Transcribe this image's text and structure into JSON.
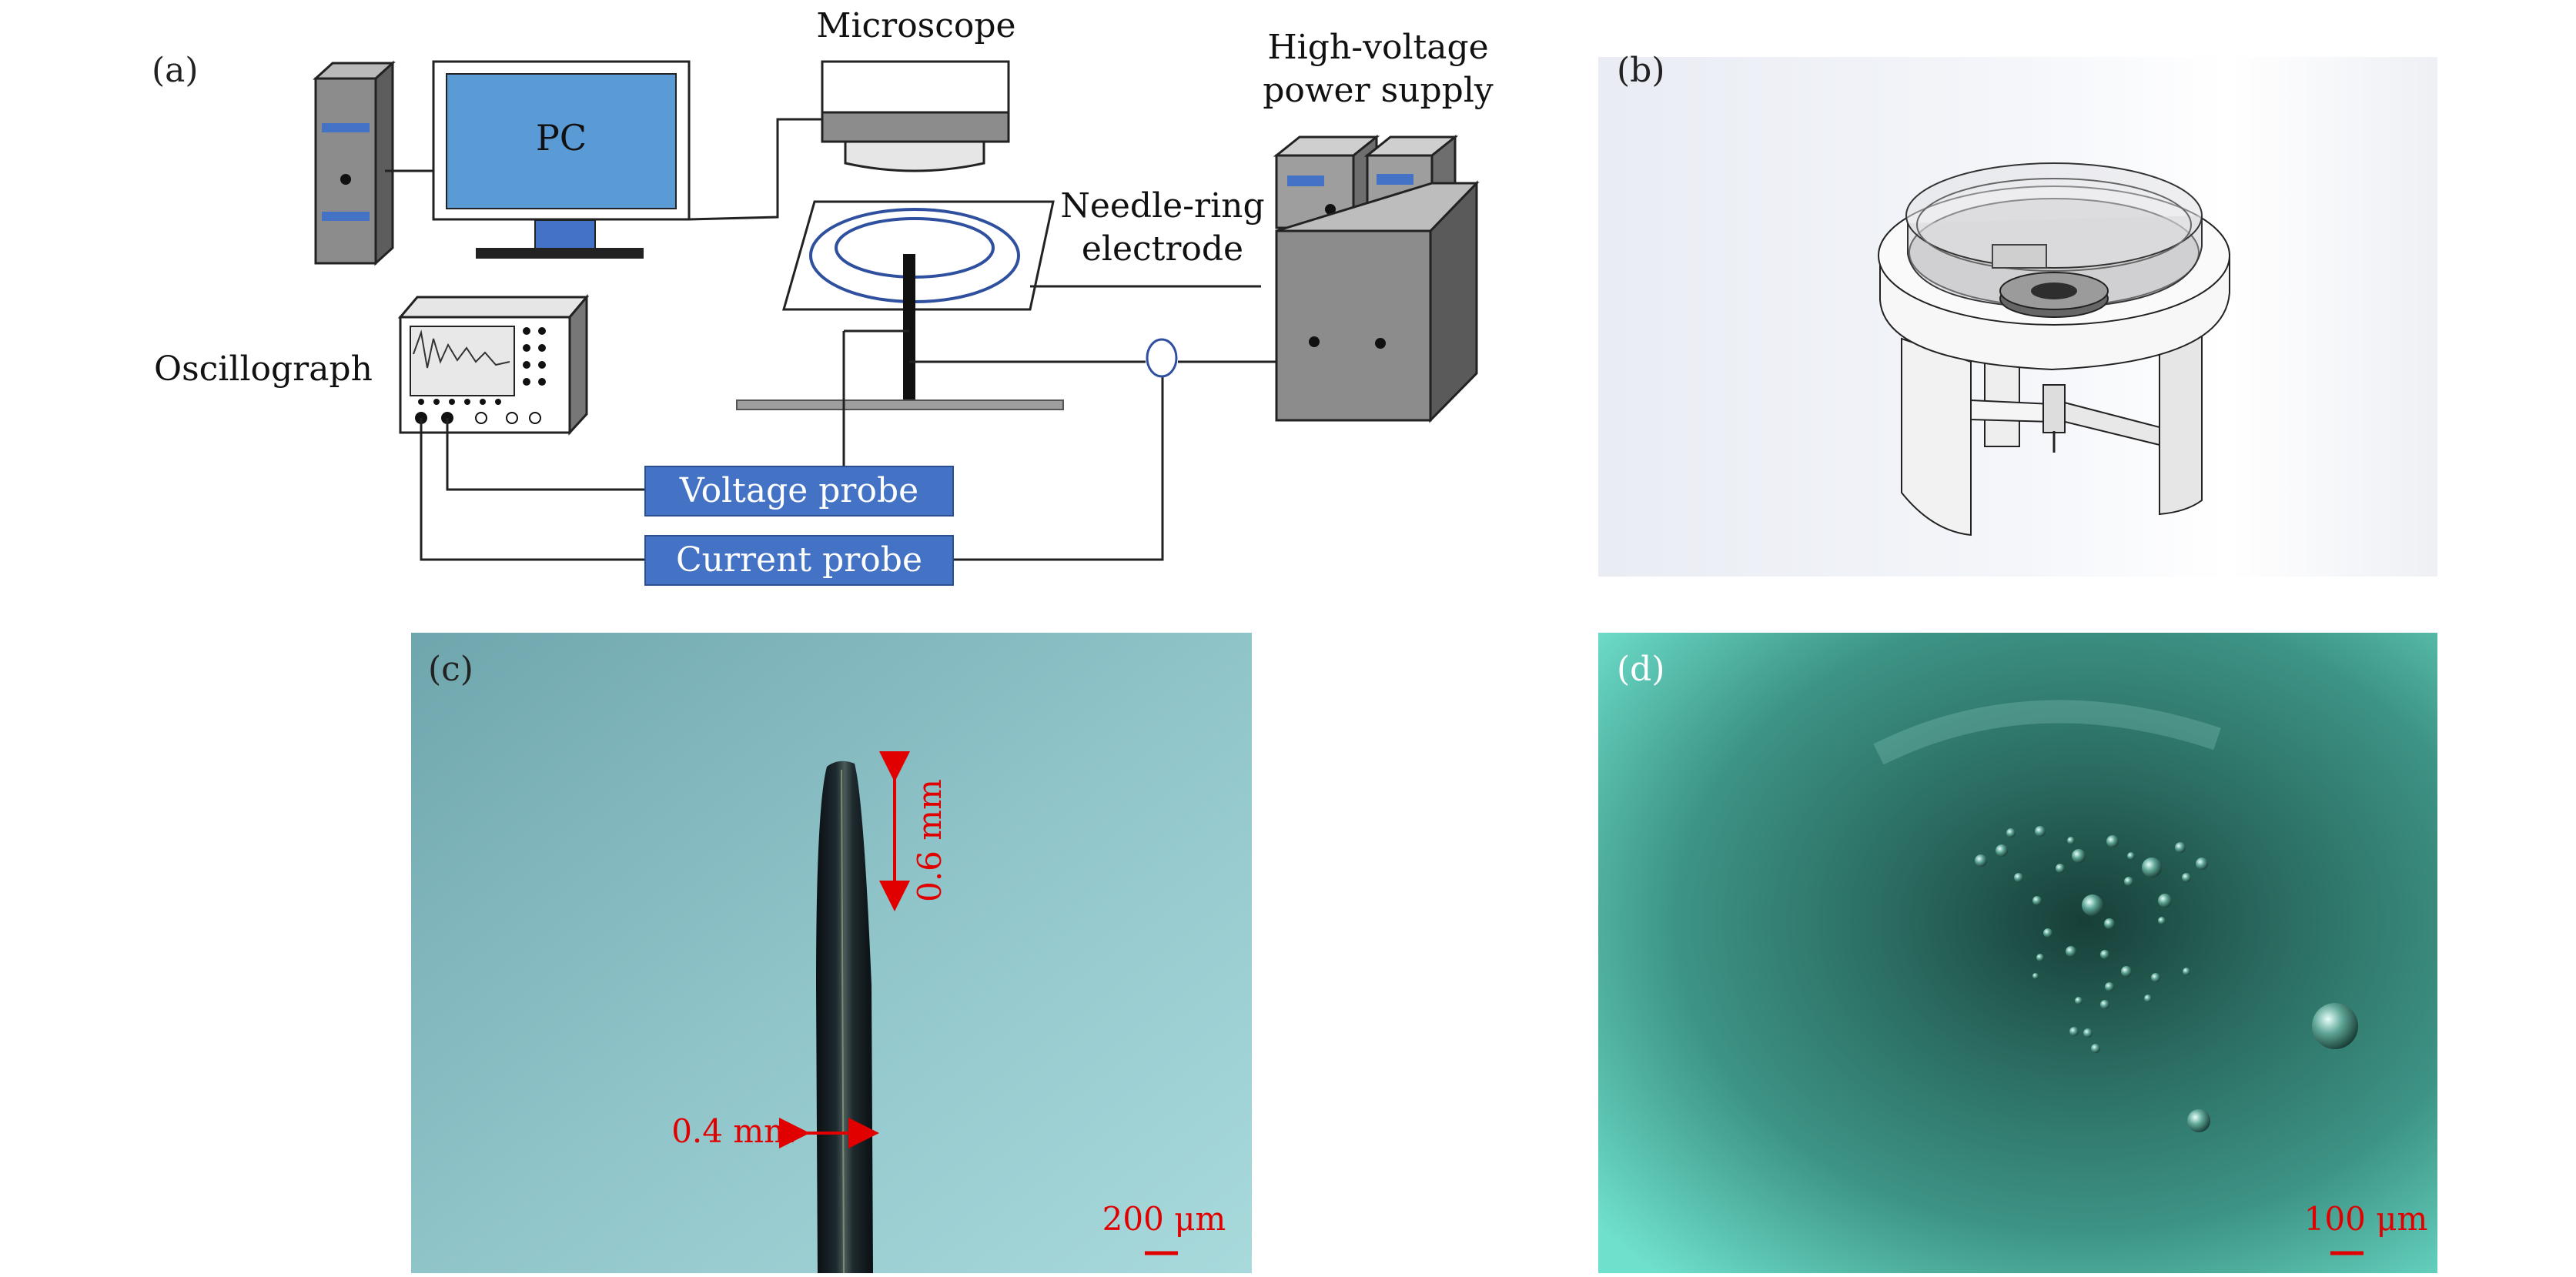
{
  "panels": {
    "a": {
      "label": "(a)",
      "pc_label": "PC",
      "microscope_label": "Microscope",
      "hv_line1": "High-voltage",
      "hv_line2": "power supply",
      "electrode_line1": "Needle-ring",
      "electrode_line2": "electrode",
      "oscillograph_label": "Oscillograph",
      "voltage_probe_label": "Voltage probe",
      "current_probe_label": "Current probe"
    },
    "b": {
      "label": "(b)"
    },
    "c": {
      "label": "(c)",
      "length_annotation": "0.6 mm",
      "width_annotation": "0.4 mm",
      "scale_bar_label": "200 μm"
    },
    "d": {
      "label": "(d)",
      "scale_bar_label": "100 μm"
    }
  },
  "colors": {
    "probe_box": "#4472c4",
    "screen": "#5b9bd5",
    "annotation_red": "#e00000",
    "tower_gray": "#8c8c8c"
  }
}
